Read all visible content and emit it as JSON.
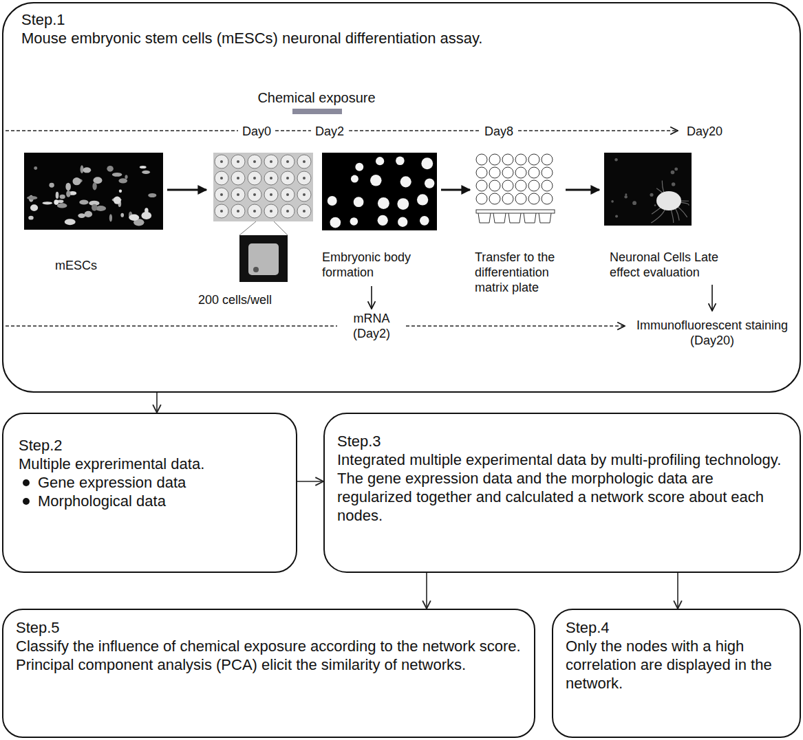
{
  "diagram": {
    "nodes": [
      {
        "text": [
          "Step.1",
          "Mouse embryonic stem cells (mESCs) neuronal differentiation assay."
        ]
      },
      {
        "text": [
          "Step.2",
          "Multiple exprerimental data.",
          "Gene expression data",
          "Morphological data"
        ]
      },
      {
        "text": [
          "Step.3",
          "Integrated multiple experimental data by multi-profiling technology.",
          "The gene expression data and the morphologic data are regularized together and calculated a network score about each nodes."
        ]
      },
      {
        "text": [
          "Step.5",
          "Classify the influence of chemical exposure according to the network score.",
          "Principal component analysis (PCA) elicit the similarity of networks."
        ]
      },
      {
        "text": [
          "Step.4",
          "Only the nodes with a high correlation are displayed in the network."
        ]
      }
    ],
    "edges": [
      {
        "from": 0,
        "to": 1,
        "arrow": "to"
      },
      {
        "from": 1,
        "to": 2,
        "arrow": "to"
      },
      {
        "from": 2,
        "to": 3,
        "arrow": "to"
      },
      {
        "from": 2,
        "to": 4,
        "arrow": "to"
      }
    ],
    "labels": [
      "Chemical exposure",
      "Day0",
      "Day2",
      "Day8",
      "Day20",
      "mESCs",
      "200 cells/well",
      "Embryonic body formation",
      "Transfer to the differentiation matrix plate",
      "Neuronal Cells Late effect evaluation",
      "mRNA (Day2)",
      "Immunofluorescent staining (Day20)"
    ]
  }
}
